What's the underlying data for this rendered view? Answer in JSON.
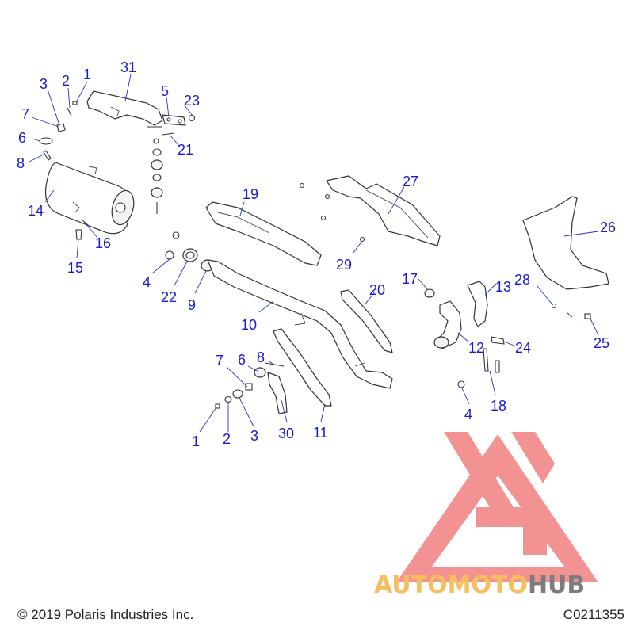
{
  "diagram": {
    "callouts": [
      {
        "id": "c31",
        "label": "31"
      },
      {
        "id": "c2a",
        "label": "2"
      },
      {
        "id": "c1a",
        "label": "1"
      },
      {
        "id": "c3a",
        "label": "3"
      },
      {
        "id": "c5",
        "label": "5"
      },
      {
        "id": "c23",
        "label": "23"
      },
      {
        "id": "c7a",
        "label": "7"
      },
      {
        "id": "c6a",
        "label": "6"
      },
      {
        "id": "c21",
        "label": "21"
      },
      {
        "id": "c8a",
        "label": "8"
      },
      {
        "id": "c14",
        "label": "14"
      },
      {
        "id": "c16",
        "label": "16"
      },
      {
        "id": "c15",
        "label": "15"
      },
      {
        "id": "c19",
        "label": "19"
      },
      {
        "id": "c27",
        "label": "27"
      },
      {
        "id": "c26",
        "label": "26"
      },
      {
        "id": "c29",
        "label": "29"
      },
      {
        "id": "c4a",
        "label": "4"
      },
      {
        "id": "c22",
        "label": "22"
      },
      {
        "id": "c9",
        "label": "9"
      },
      {
        "id": "c17",
        "label": "17"
      },
      {
        "id": "c20",
        "label": "20"
      },
      {
        "id": "c13",
        "label": "13"
      },
      {
        "id": "c28",
        "label": "28"
      },
      {
        "id": "c10",
        "label": "10"
      },
      {
        "id": "c12",
        "label": "12"
      },
      {
        "id": "c24",
        "label": "24"
      },
      {
        "id": "c25",
        "label": "25"
      },
      {
        "id": "c7b",
        "label": "7"
      },
      {
        "id": "c6b",
        "label": "6"
      },
      {
        "id": "c8b",
        "label": "8"
      },
      {
        "id": "c18",
        "label": "18"
      },
      {
        "id": "c4b",
        "label": "4"
      },
      {
        "id": "c30",
        "label": "30"
      },
      {
        "id": "c11",
        "label": "11"
      },
      {
        "id": "c1b",
        "label": "1"
      },
      {
        "id": "c2b",
        "label": "2"
      },
      {
        "id": "c3b",
        "label": "3"
      }
    ]
  },
  "watermark": {
    "text_part1": "AUTOMOTO",
    "text_part2": "HUB",
    "color_primary": "#f08a8a",
    "color_accent": "#f5b342",
    "color_dark": "#666666"
  },
  "footer": {
    "copyright": "© 2019 Polaris Industries Inc.",
    "code": "C0211355"
  }
}
